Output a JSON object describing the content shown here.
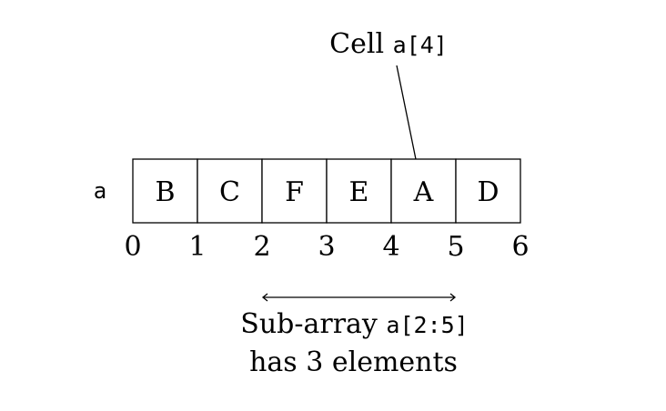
{
  "array": {
    "name": "a",
    "cells": [
      "B",
      "C",
      "F",
      "E",
      "A",
      "D"
    ],
    "indices": [
      "0",
      "1",
      "2",
      "3",
      "4",
      "5",
      "6"
    ]
  },
  "cell_callout": {
    "text": "Cell ",
    "code": "a[4]",
    "target_index": 4
  },
  "subarray": {
    "start": 2,
    "end": 5,
    "line1_text": "Sub-array ",
    "line1_code": "a[2:5]",
    "line2": "has 3 elements"
  }
}
